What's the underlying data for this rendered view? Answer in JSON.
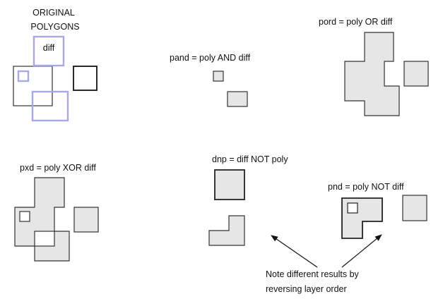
{
  "colors": {
    "outline": "#333333",
    "fill": "#e6e6e6",
    "diff_layer": "#a7a7ec",
    "text": "#111111"
  },
  "original": {
    "title_line1": "ORIGINAL",
    "title_line2": "POLYGONS",
    "diff_label": "diff"
  },
  "pand": {
    "label": "pand = poly AND diff"
  },
  "pord": {
    "label": "pord = poly OR diff"
  },
  "pxd": {
    "label": "pxd = poly XOR diff"
  },
  "dnp": {
    "label": "dnp = diff NOT poly"
  },
  "pnd": {
    "label": "pnd = poly NOT diff"
  },
  "note": {
    "line1": "Note different results by",
    "line2": "reversing layer order"
  }
}
